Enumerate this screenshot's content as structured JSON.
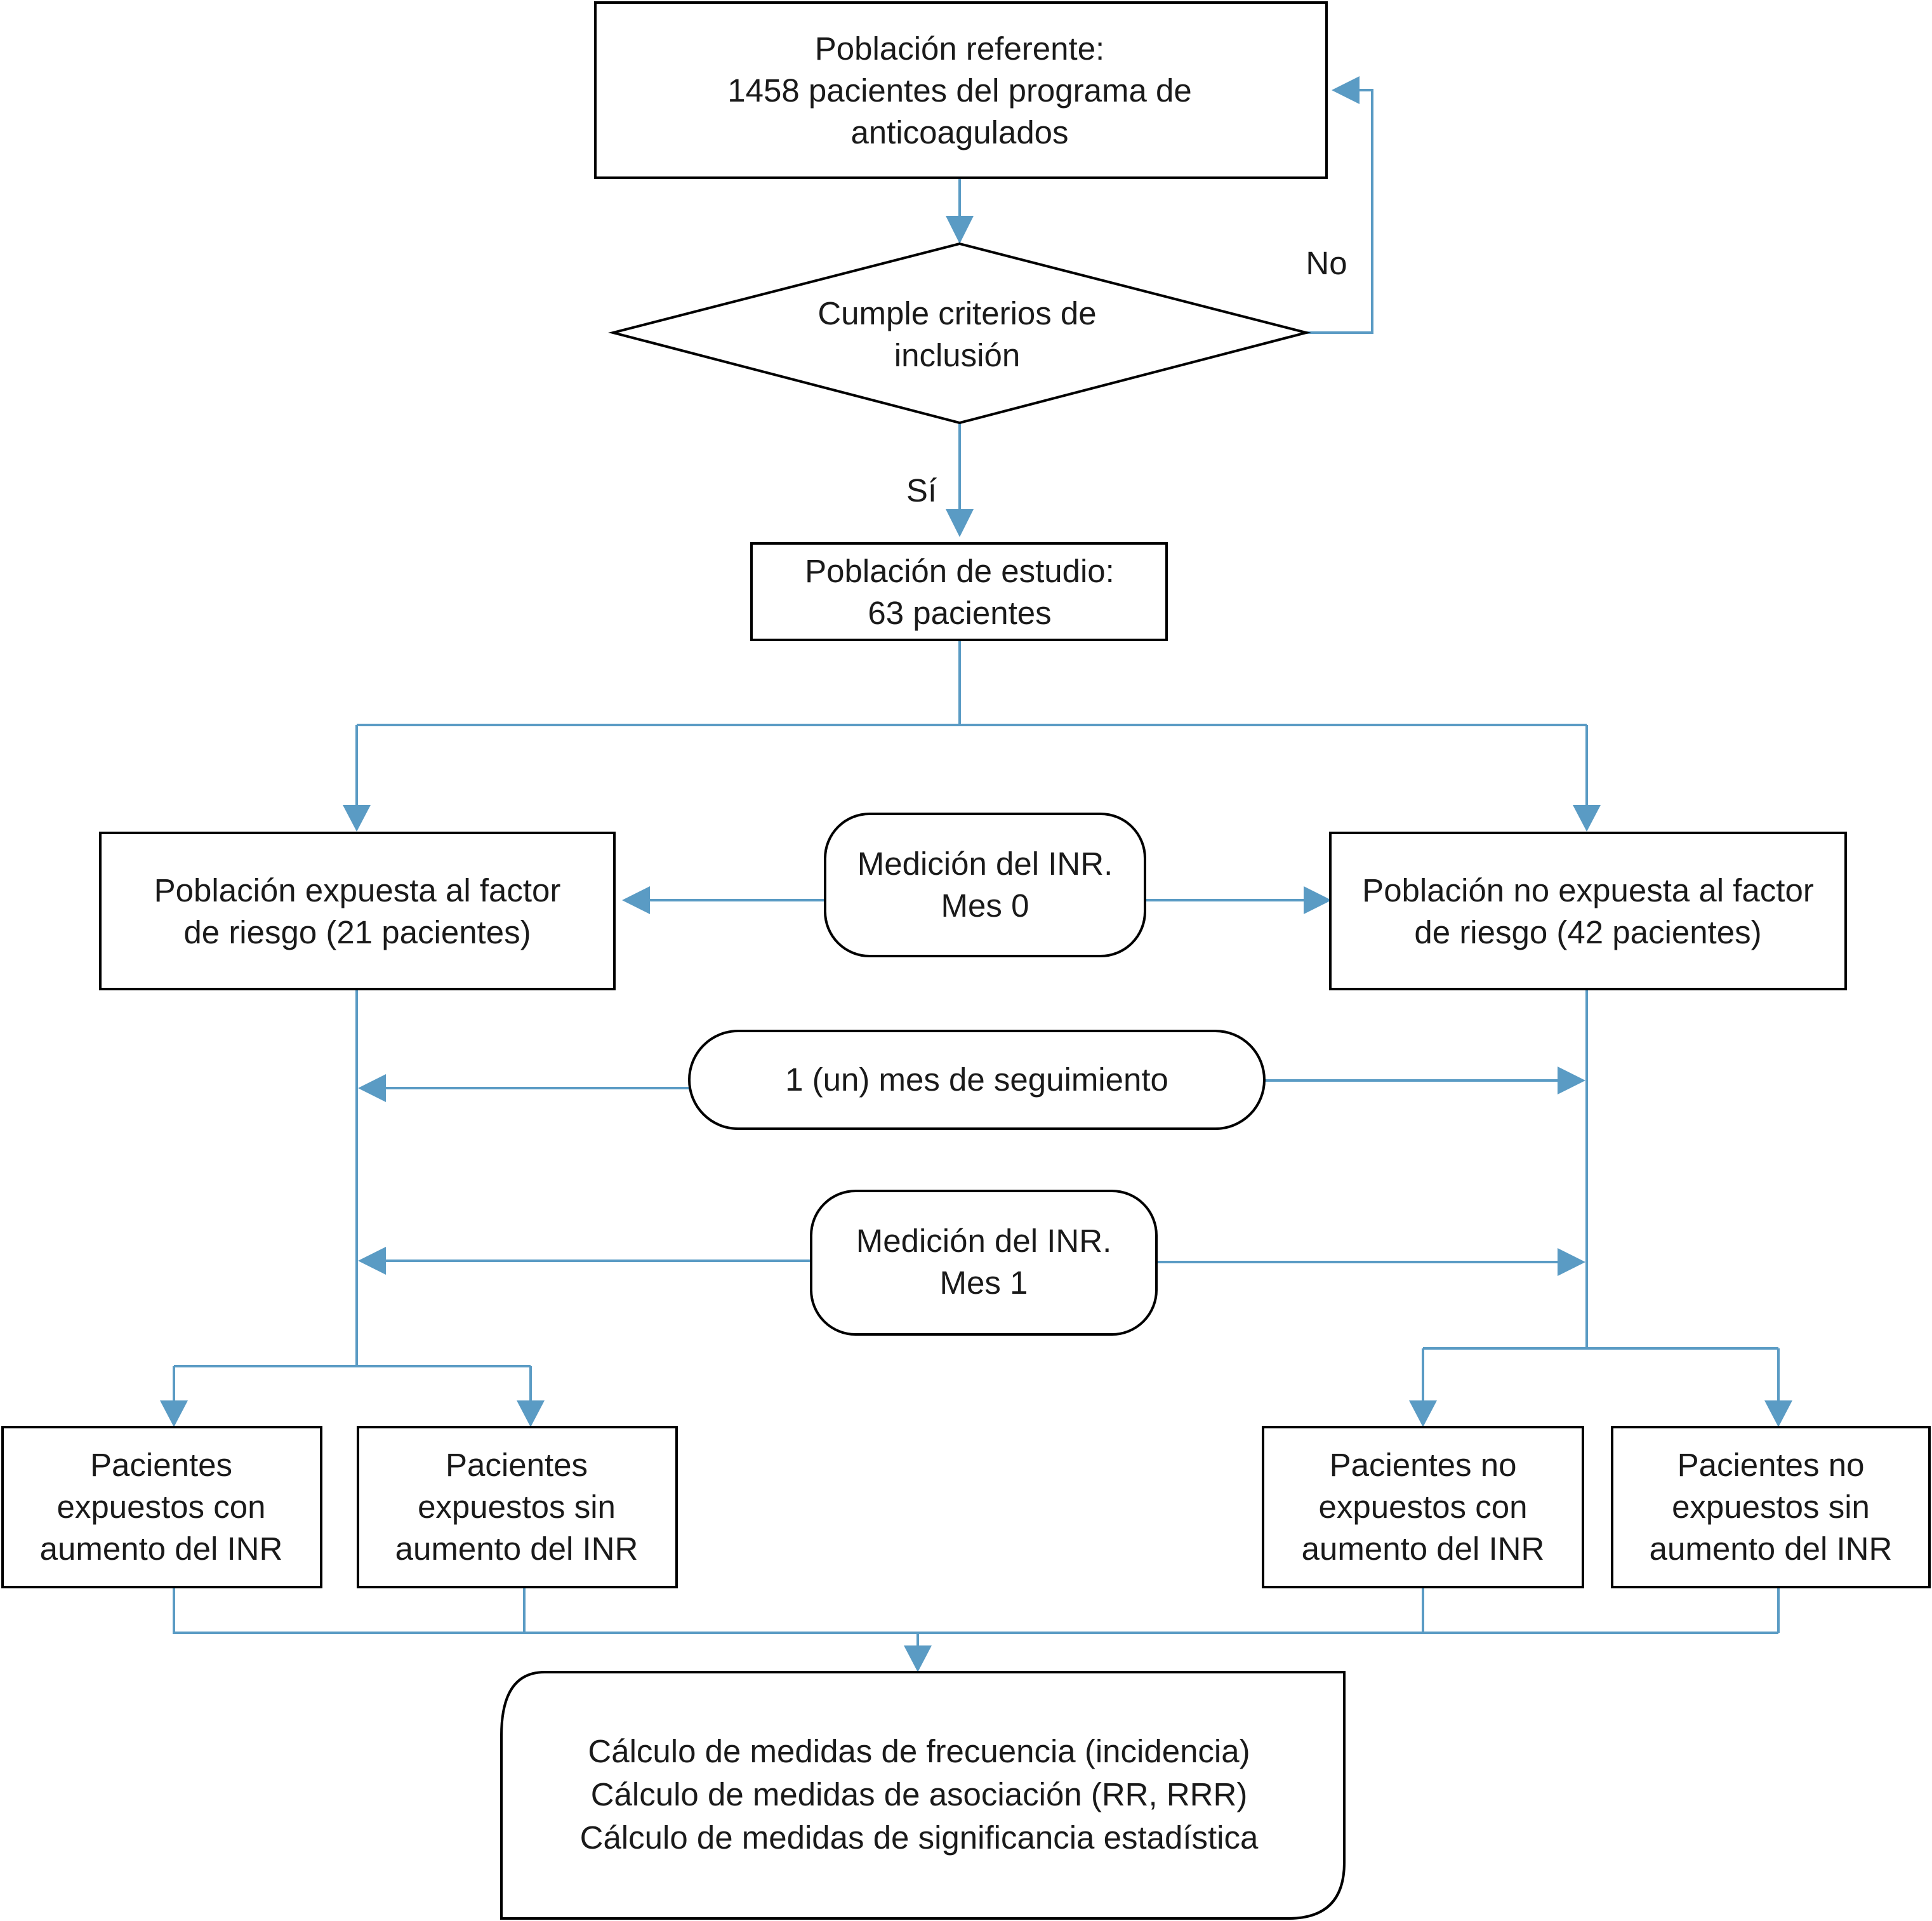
{
  "colors": {
    "connector": "#5a9bc4",
    "node_stroke": "#000000",
    "text": "#1a1a1a"
  },
  "nodes": {
    "reference_population": [
      "Población referente:",
      "1458 pacientes del programa de",
      "anticoagulados"
    ],
    "inclusion_criteria": [
      "Cumple criterios de",
      "inclusión"
    ],
    "study_population": [
      "Población de estudio:",
      "63 pacientes"
    ],
    "exposed_population": [
      "Población expuesta al factor",
      "de riesgo (21 pacientes)"
    ],
    "inr_month_0": [
      "Medición del INR.",
      "Mes 0"
    ],
    "unexposed_population": [
      "Población no expuesta al factor",
      "de riesgo (42 pacientes)"
    ],
    "followup_month": [
      "1 (un) mes de seguimiento"
    ],
    "inr_month_1": [
      "Medición del INR.",
      "Mes 1"
    ],
    "exposed_with_increase": [
      "Pacientes",
      "expuestos con",
      "aumento del INR"
    ],
    "exposed_without_increase": [
      "Pacientes",
      "expuestos sin",
      "aumento del INR"
    ],
    "unexposed_with_increase": [
      "Pacientes no",
      "expuestos con",
      "aumento del INR"
    ],
    "unexposed_without_increase": [
      "Pacientes no",
      "expuestos sin",
      "aumento del INR"
    ],
    "calculations": [
      "Cálculo de medidas de frecuencia (incidencia)",
      "Cálculo de medidas de asociación (RR, RRR)",
      "Cálculo de medidas de significancia estadística"
    ]
  },
  "edge_labels": {
    "no": "No",
    "yes": "Sí"
  }
}
